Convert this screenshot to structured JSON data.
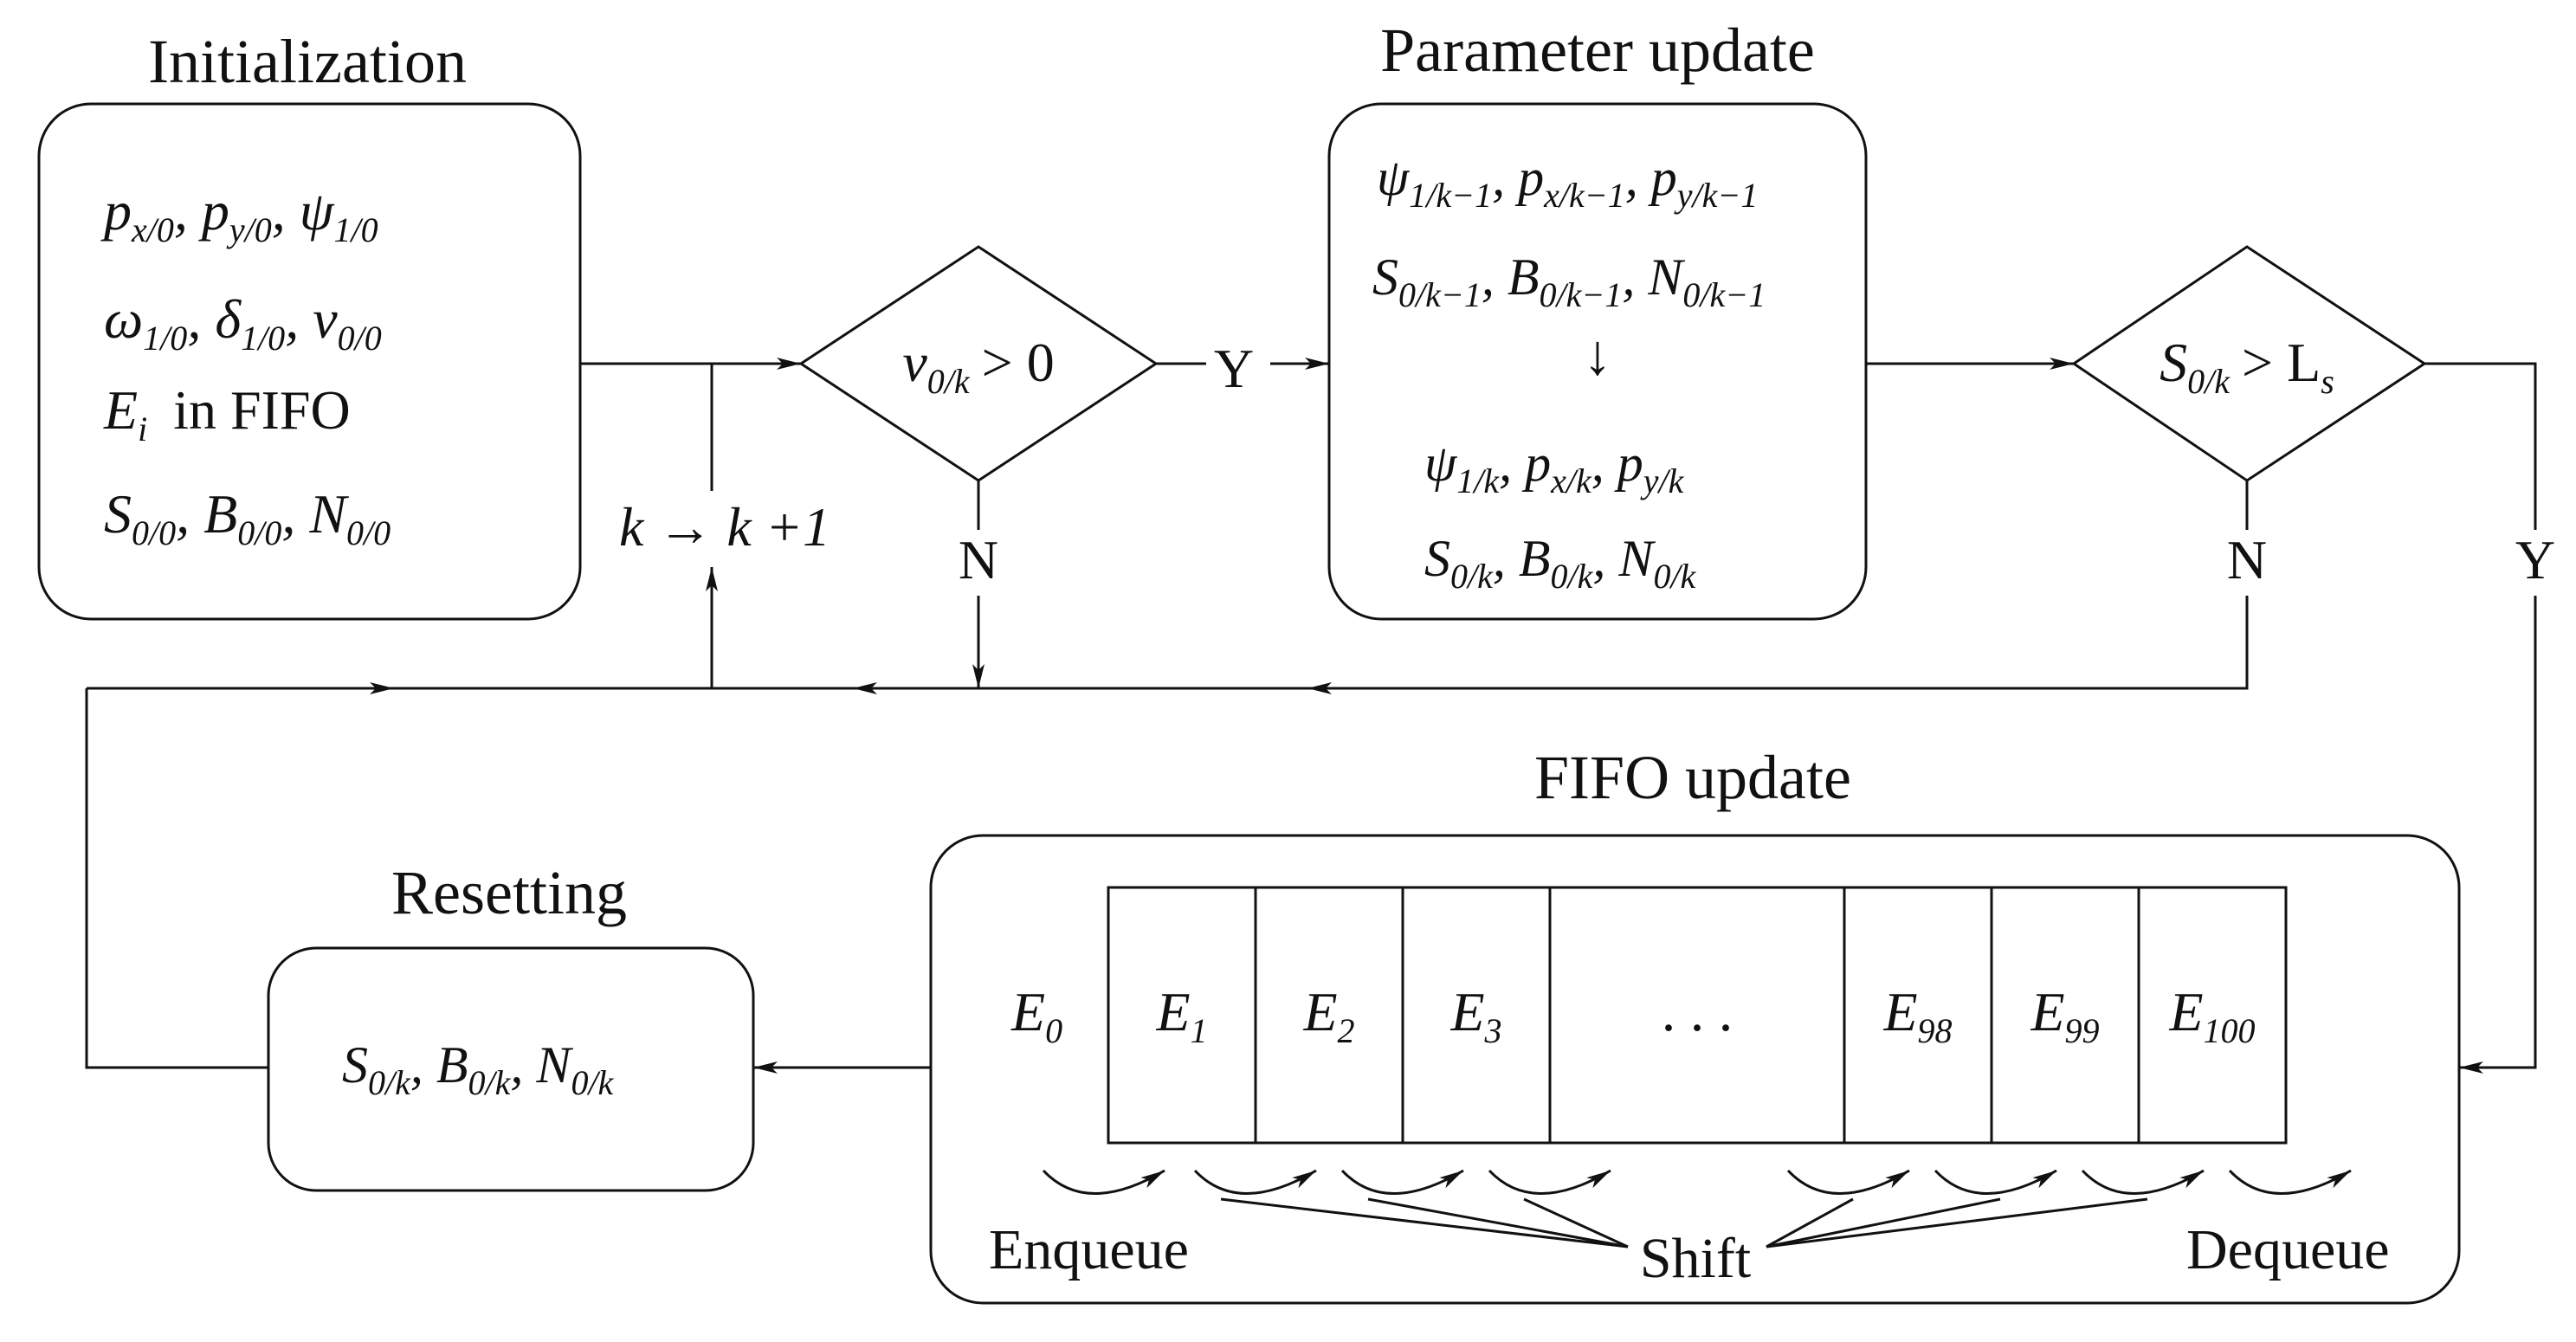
{
  "blocks": {
    "initialization": {
      "title": "Initialization",
      "line1": {
        "a": "p",
        "a_sub": "x/0",
        "b": "p",
        "b_sub": "y/0",
        "c": "ψ",
        "c_sub": "1/0"
      },
      "line2": {
        "a": "ω",
        "a_sub": "1/0",
        "b": "δ",
        "b_sub": "1/0",
        "c": "v",
        "c_sub": "0/0"
      },
      "line3": {
        "sym": "E",
        "sub": "i",
        "text": "in FIFO"
      },
      "line4": {
        "a": "S",
        "a_sub": "0/0",
        "b": "B",
        "b_sub": "0/0",
        "c": "N",
        "c_sub": "0/0"
      }
    },
    "parameter_update": {
      "title": "Parameter update",
      "line1": {
        "a": "ψ",
        "a_sub": "1/k−1",
        "b": "p",
        "b_sub": "x/k−1",
        "c": "p",
        "c_sub": "y/k−1"
      },
      "line2": {
        "a": "S",
        "a_sub": "0/k−1",
        "b": "B",
        "b_sub": "0/k−1",
        "c": "N",
        "c_sub": "0/k−1"
      },
      "arrow": "↓",
      "line3": {
        "a": "ψ",
        "a_sub": "1/k",
        "b": "p",
        "b_sub": "x/k",
        "c": "p",
        "c_sub": "y/k"
      },
      "line4": {
        "a": "S",
        "a_sub": "0/k",
        "b": "B",
        "b_sub": "0/k",
        "c": "N",
        "c_sub": "0/k"
      }
    },
    "decision1": {
      "lhs": "v",
      "lhs_sub": "0/k",
      "rhs": "> 0",
      "yes": "Y",
      "no": "N"
    },
    "decision2": {
      "lhs": "S",
      "lhs_sub": "0/k",
      "rhs": "> L",
      "rhs_sub": "s",
      "yes": "Y",
      "no": "N"
    },
    "counter": {
      "text": "k → k +1"
    },
    "fifo_update": {
      "title": "FIFO update",
      "outside": {
        "sym": "E",
        "sub": "0"
      },
      "cells": [
        {
          "sym": "E",
          "sub": "1"
        },
        {
          "sym": "E",
          "sub": "2"
        },
        {
          "sym": "E",
          "sub": "3"
        },
        {
          "ellipsis": ". . ."
        },
        {
          "sym": "E",
          "sub": "98"
        },
        {
          "sym": "E",
          "sub": "99"
        },
        {
          "sym": "E",
          "sub": "100"
        }
      ],
      "enqueue": "Enqueue",
      "shift": "Shift",
      "dequeue": "Dequeue"
    },
    "resetting": {
      "title": "Resetting",
      "line1": {
        "a": "S",
        "a_sub": "0/k",
        "b": "B",
        "b_sub": "0/k",
        "c": "N",
        "c_sub": "0/k"
      }
    }
  }
}
